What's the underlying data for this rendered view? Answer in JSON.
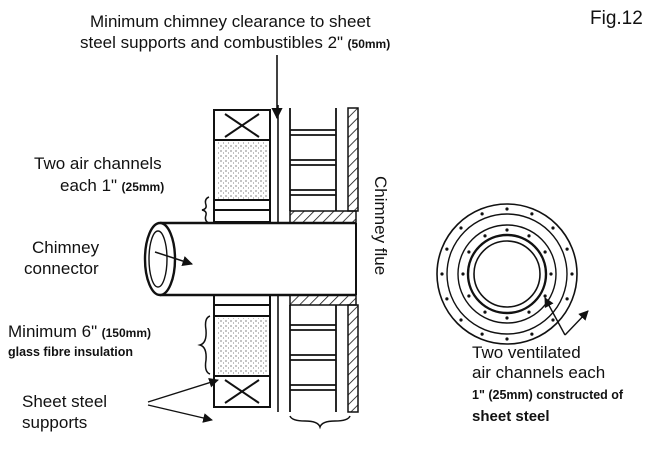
{
  "figure": {
    "label": "Fig.12"
  },
  "labels": {
    "clearance_line1": "Minimum chimney clearance to sheet",
    "clearance_line2": "steel supports and combustibles 2\"",
    "clearance_metric": "(50mm)",
    "air_channels_line1": "Two air channels",
    "air_channels_line2": "each 1\"",
    "air_channels_metric": "(25mm)",
    "connector_line1": "Chimney",
    "connector_line2": "connector",
    "min_insulation": "Minimum 6\"",
    "min_insulation_metric": "(150mm)",
    "insulation_type": "glass fibre insulation",
    "supports_line1": "Sheet steel",
    "supports_line2": "supports",
    "flue": "Chimney flue",
    "vent_line1": "Two ventilated",
    "vent_line2": "air channels each",
    "vent_line3_metric": "1\" (25mm) constructed of",
    "vent_line4": "sheet steel"
  }
}
